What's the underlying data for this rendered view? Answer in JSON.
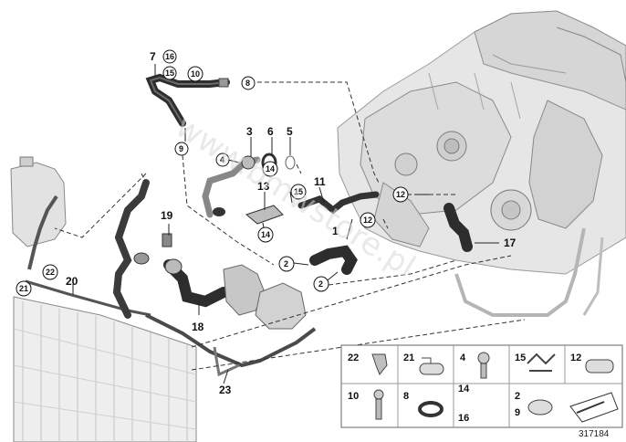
{
  "callouts": {
    "c7": "7",
    "c16a": "16",
    "c15a": "15",
    "c10": "10",
    "c8": "8",
    "c9": "9",
    "c3": "3",
    "c6": "6",
    "c5": "5",
    "c4": "4",
    "c14a": "14",
    "c13": "13",
    "c15b": "15",
    "c14b": "14",
    "c11": "11",
    "c12a": "12",
    "c12b": "12",
    "c1": "1",
    "c17": "17",
    "c19": "19",
    "c2a": "2",
    "c2b": "2",
    "c18": "18",
    "c22": "22",
    "c20": "20",
    "c21": "21",
    "c23": "23"
  },
  "legend": {
    "r1": [
      "22",
      "21",
      "4",
      "14",
      "15",
      "12"
    ],
    "r2": [
      "10",
      "8",
      "2",
      "9"
    ],
    "r2b": [
      "16"
    ]
  },
  "watermark": "www.bmwstore.pl",
  "reference": "317184"
}
